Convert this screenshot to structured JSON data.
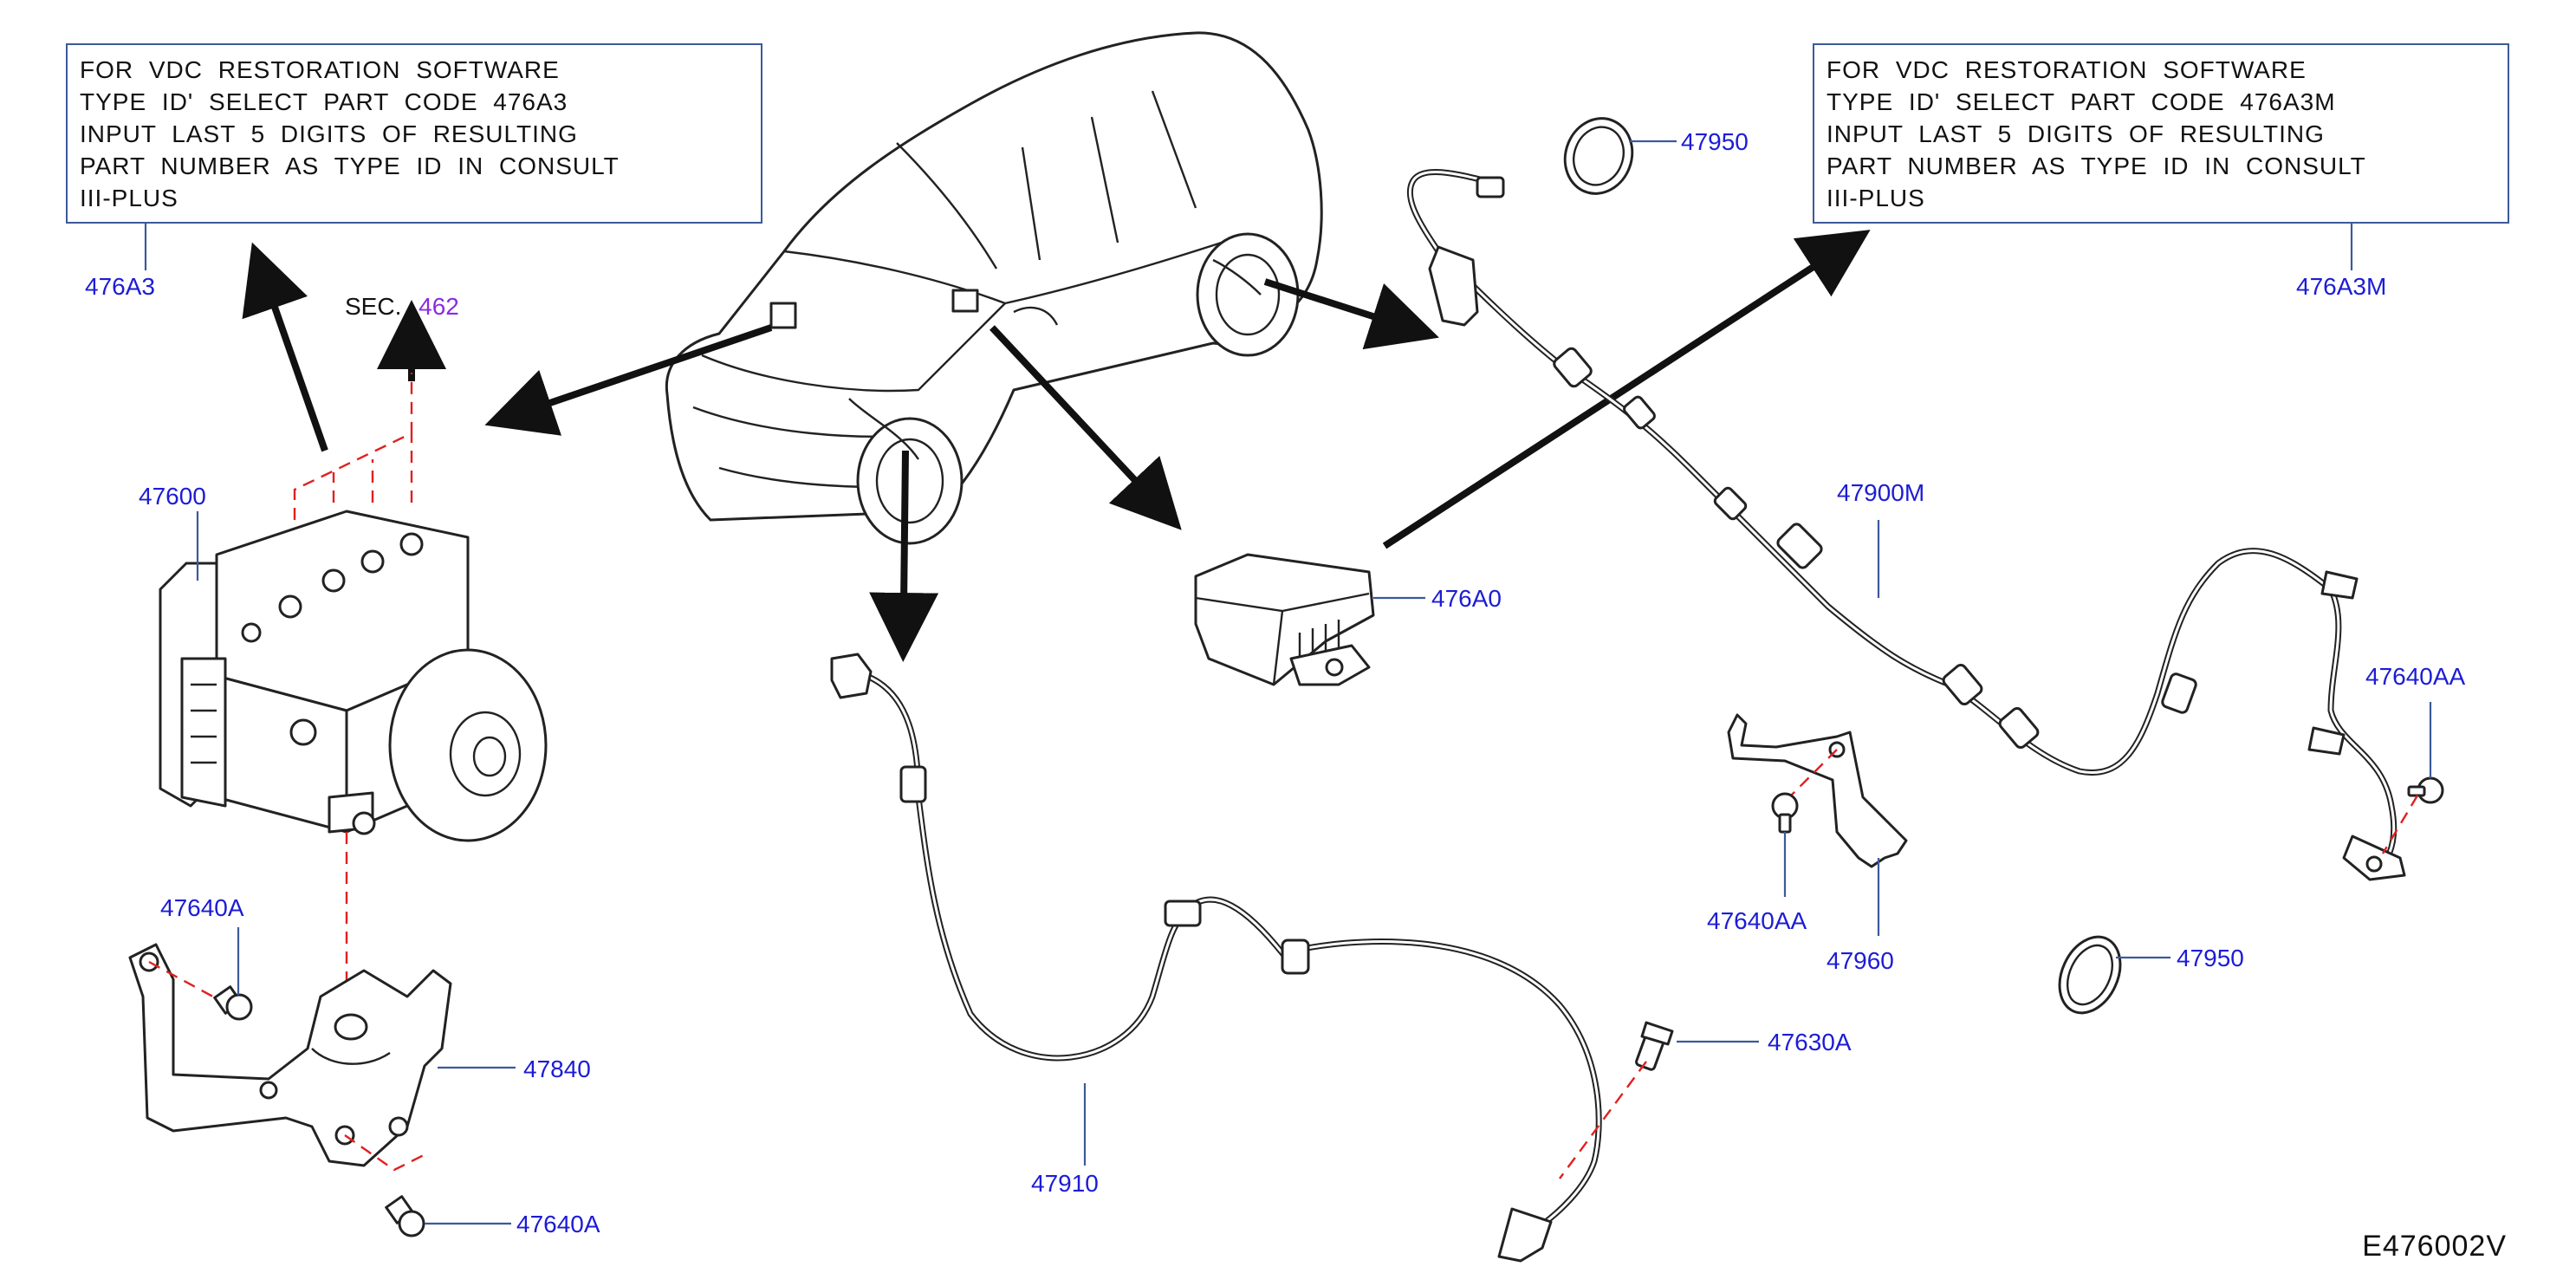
{
  "notes": {
    "left": {
      "lines": [
        "FOR VDC RESTORATION SOFTWARE",
        "TYPE ID' SELECT PART CODE 476A3",
        "INPUT LAST 5 DIGITS OF RESULTING",
        "PART NUMBER AS TYPE ID IN CONSULT",
        "III-PLUS"
      ],
      "code": "476A3"
    },
    "right": {
      "lines": [
        "FOR VDC RESTORATION SOFTWARE",
        "TYPE ID' SELECT PART CODE 476A3M",
        "INPUT LAST 5 DIGITS OF RESULTING",
        "PART NUMBER AS TYPE ID IN CONSULT",
        "III-PLUS"
      ],
      "code": "476A3M"
    }
  },
  "section_ref": {
    "prefix": "SEC.",
    "number": "462"
  },
  "part_labels": {
    "actuator": "47600",
    "bolt_upper_bracket": "47640A",
    "bracket": "47840",
    "bolt_lower_bracket": "47640A",
    "front_sensor": "47910",
    "sensor_bolt": "47630A",
    "yaw_sensor": "476A0",
    "rear_sensor": "47900M",
    "ring_upper": "47950",
    "ring_lower": "47950",
    "bolt_rear_sensor": "47640AA",
    "bolt_rear_bracket": "47640AA",
    "rear_bracket": "47960"
  },
  "diagram_code": "E476002V",
  "colors": {
    "label": "#1c1cd6",
    "leader": "#3c5a99",
    "dashed": "#e02020",
    "section_number": "#8a2be2"
  }
}
